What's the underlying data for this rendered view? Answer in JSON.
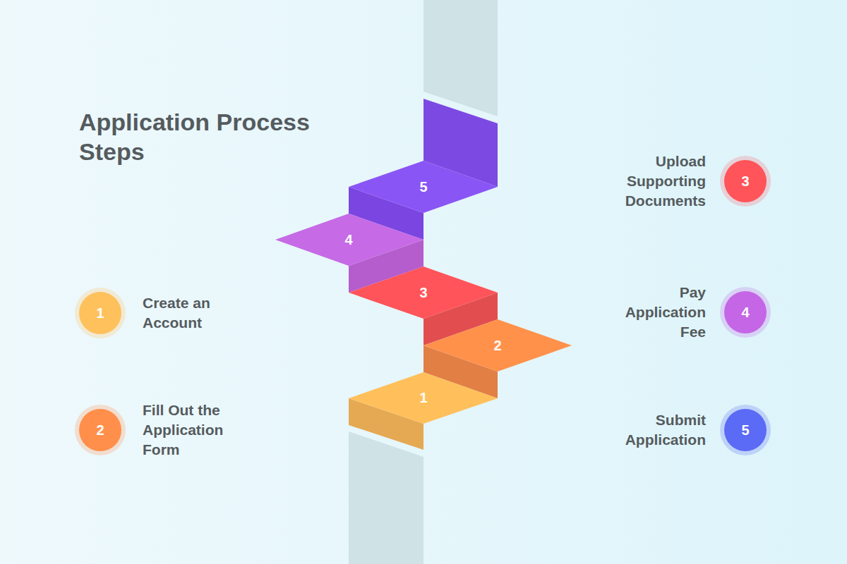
{
  "diagram": {
    "title": "Application Process Steps",
    "nodes": [
      {
        "text": [
          "1",
          "Create an Account"
        ]
      },
      {
        "text": [
          "2",
          "Fill Out the Application Form"
        ]
      },
      {
        "text": [
          "3",
          "Upload Supporting Documents"
        ]
      },
      {
        "text": [
          "4",
          "Pay Application Fee"
        ]
      },
      {
        "text": [
          "5",
          "Submit Application"
        ]
      },
      {
        "text": [
          "1"
        ]
      },
      {
        "text": [
          "2"
        ]
      },
      {
        "text": [
          "3"
        ]
      },
      {
        "text": [
          "4"
        ]
      },
      {
        "text": [
          "5"
        ]
      }
    ]
  }
}
